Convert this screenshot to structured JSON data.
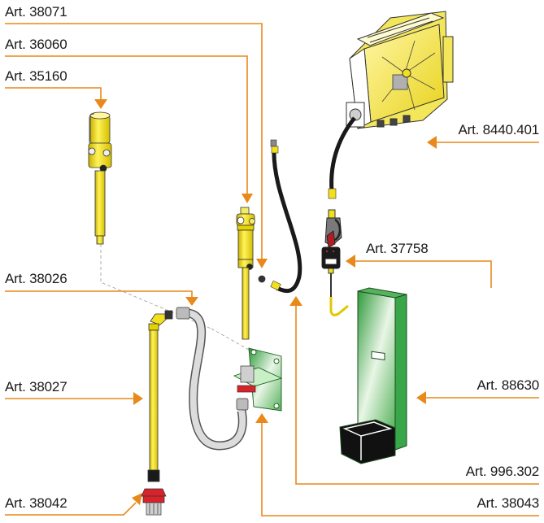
{
  "diagram": {
    "title": "Oil dispensing kit component overview",
    "leader_color": "#e8891a",
    "labels": [
      {
        "id": "art-38071",
        "text": "Art. 38071",
        "side": "left",
        "points_to": "sight-connector"
      },
      {
        "id": "art-36060",
        "text": "Art. 36060",
        "side": "left",
        "points_to": "wall-pump"
      },
      {
        "id": "art-35160",
        "text": "Art. 35160",
        "side": "left",
        "points_to": "drum-pump"
      },
      {
        "id": "art-38026",
        "text": "Art. 38026",
        "side": "left",
        "points_to": "suction-hose"
      },
      {
        "id": "art-38027",
        "text": "Art. 38027",
        "side": "left",
        "points_to": "suction-tube"
      },
      {
        "id": "art-38042",
        "text": "Art. 38042",
        "side": "left",
        "points_to": "bung-adapter"
      },
      {
        "id": "art-8440401",
        "text": "Art. 8440.401",
        "side": "right",
        "points_to": "hose-reel"
      },
      {
        "id": "art-37758",
        "text": "Art. 37758",
        "side": "right",
        "points_to": "dispensing-gun"
      },
      {
        "id": "art-88630",
        "text": "Art. 88630",
        "side": "right",
        "points_to": "drip-tray-holder"
      },
      {
        "id": "art-996302",
        "text": "Art. 996.302",
        "side": "right",
        "points_to": "connection-hose"
      },
      {
        "id": "art-38043",
        "text": "Art. 38043",
        "side": "right",
        "points_to": "wall-bracket"
      }
    ],
    "parts": [
      {
        "id": "drum-pump",
        "color": "#f2e01e"
      },
      {
        "id": "wall-pump",
        "color": "#f2e01e"
      },
      {
        "id": "suction-tube",
        "color": "#f2e01e"
      },
      {
        "id": "suction-hose",
        "color": "#d9d9d9"
      },
      {
        "id": "wall-bracket",
        "color": "#3aa64a"
      },
      {
        "id": "bung-adapter",
        "color": "#d8232a"
      },
      {
        "id": "connection-hose",
        "color": "#1a1a1a"
      },
      {
        "id": "hose-reel",
        "color": "#f4ec6a"
      },
      {
        "id": "dispensing-gun",
        "color": "#444444"
      },
      {
        "id": "drip-tray-holder",
        "color": "#3aa64a"
      }
    ]
  }
}
